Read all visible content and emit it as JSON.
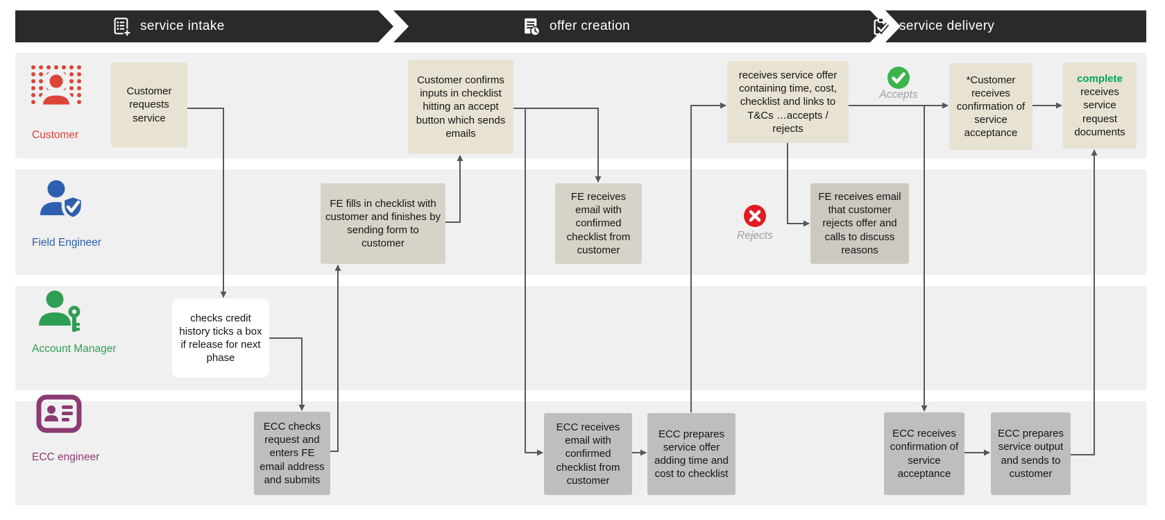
{
  "banner": {
    "phases": [
      {
        "label": "service intake",
        "icon": "form-plus-icon"
      },
      {
        "label": "offer creation",
        "icon": "document-clock-icon"
      },
      {
        "label": "service delivery",
        "icon": "clipboard-check-icon"
      }
    ]
  },
  "lanes": [
    {
      "label": "Customer",
      "color": "#dc4437",
      "boxes": [
        {
          "text": "Customer requests service"
        },
        {
          "text": "Customer confirms inputs in checklist hitting an accept button which sends emails"
        },
        {
          "text": "receives service offer containing time, cost, checklist and links to T&Cs …accepts / rejects"
        },
        {
          "text": "*Customer receives confirmation of service acceptance"
        },
        {
          "status": "complete",
          "text": "receives service request documents",
          "status_color": "#00a651"
        }
      ]
    },
    {
      "label": "Field Engineer",
      "color": "#2d5fae",
      "boxes": [
        {
          "text": "FE fills in checklist with customer and finishes by sending form to customer"
        },
        {
          "text": "FE receives email with confirmed checklist from customer"
        },
        {
          "text": "FE receives email that customer rejects offer and calls to discuss reasons"
        }
      ]
    },
    {
      "label": "Account Manager",
      "color": "#2f9e55",
      "boxes": [
        {
          "text": "checks credit history ticks a box if release for next phase"
        }
      ]
    },
    {
      "label": "ECC engineer",
      "color": "#8c3a72",
      "boxes": [
        {
          "text": "ECC checks request and enters FE email address and submits"
        },
        {
          "text": "ECC receives email with confirmed checklist from customer"
        },
        {
          "text": "ECC prepares service offer adding time and cost to checklist"
        },
        {
          "text": "ECC receives confirmation of service acceptance"
        },
        {
          "text": "ECC prepares service output and sends to customer"
        }
      ]
    }
  ],
  "decisions": {
    "accepts": {
      "label": "Accepts",
      "color": "#3bb54a"
    },
    "rejects": {
      "label": "Rejects",
      "color": "#e01b22"
    }
  },
  "colors": {
    "banner_bg": "#2a2a2a",
    "lane_bg": "#f0f0f0",
    "customer_box": "#e7e2d2",
    "field_engineer_box": "#d6d3c8",
    "field_engineer_reject_box": "#cdc9c0",
    "ecc_box": "#bebebe",
    "account_manager_box": "#ffffff",
    "arrow": "#54585c",
    "complete_green": "#00a651"
  }
}
